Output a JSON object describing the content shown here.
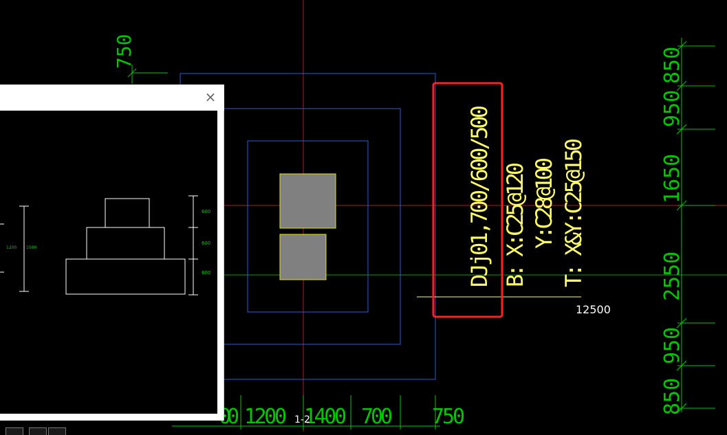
{
  "dim_top_left": "750",
  "dims_right_top": [
    "850",
    "950",
    "1650"
  ],
  "dims_right_bottom": [
    "2550",
    "950",
    "850"
  ],
  "dims_bottom": [
    "00",
    "1200",
    "1400",
    "700",
    "750"
  ],
  "section_label": "1-2",
  "annotation": {
    "line1": "DJj01,700/600/500",
    "line2": "B: X:C25@120",
    "line3": "Y:C28@100",
    "line4": "T: X&Y:C25@150"
  },
  "coordinate": "12500",
  "popup": {
    "close_glyph": "×",
    "left_labels": [
      "1200",
      "1500"
    ],
    "right_labels": [
      "600",
      "600",
      "600"
    ]
  },
  "colors": {
    "background": "#000000",
    "dimension": "#00c800",
    "axis_red": "#c8102e",
    "axis_green": "#00a000",
    "outline_blue": "#2a5dd8",
    "annotation_yellow": "#ffff66",
    "highlight_red": "#ff2020",
    "column_fill": "#808080"
  }
}
